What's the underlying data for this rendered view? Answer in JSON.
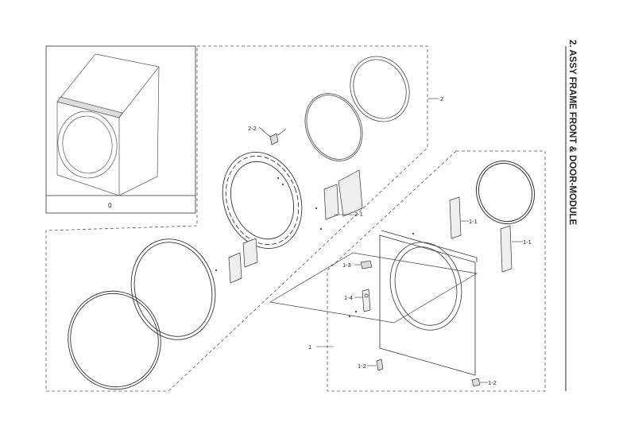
{
  "title": "2. ASSY FRAME FRONT & DOOR-MODULE",
  "callouts": {
    "assembly_0": "0",
    "door_module": "2",
    "frame_front": "1",
    "hinge_2_2": "2-2",
    "hinge_2_1": "2-1",
    "bracket_1_1_a": "1-1",
    "bracket_1_1_b": "1-1",
    "screw_1_3": "1-3",
    "latch_1_4": "1-4",
    "clip_1_2_a": "1-2",
    "clip_1_2_b": "1-2"
  }
}
